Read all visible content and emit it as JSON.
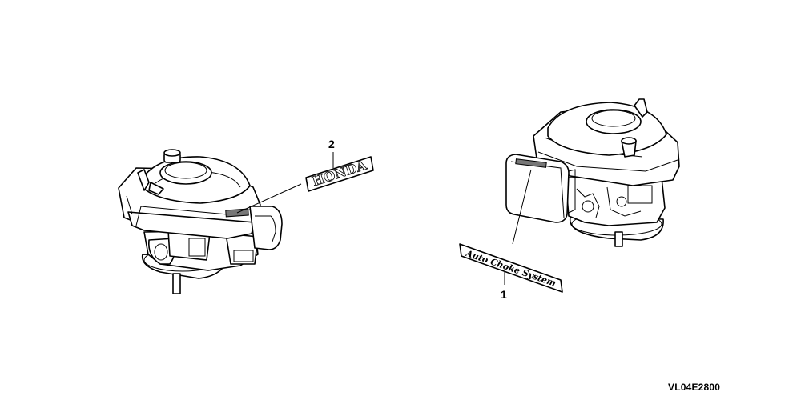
{
  "callouts": [
    {
      "number": "2",
      "part": "honda-emblem"
    },
    {
      "number": "1",
      "part": "auto-choke-system-label"
    }
  ],
  "emblem_text": "HONDA",
  "label_text": "Auto Choke System",
  "diagram_code": "VL04E2800"
}
